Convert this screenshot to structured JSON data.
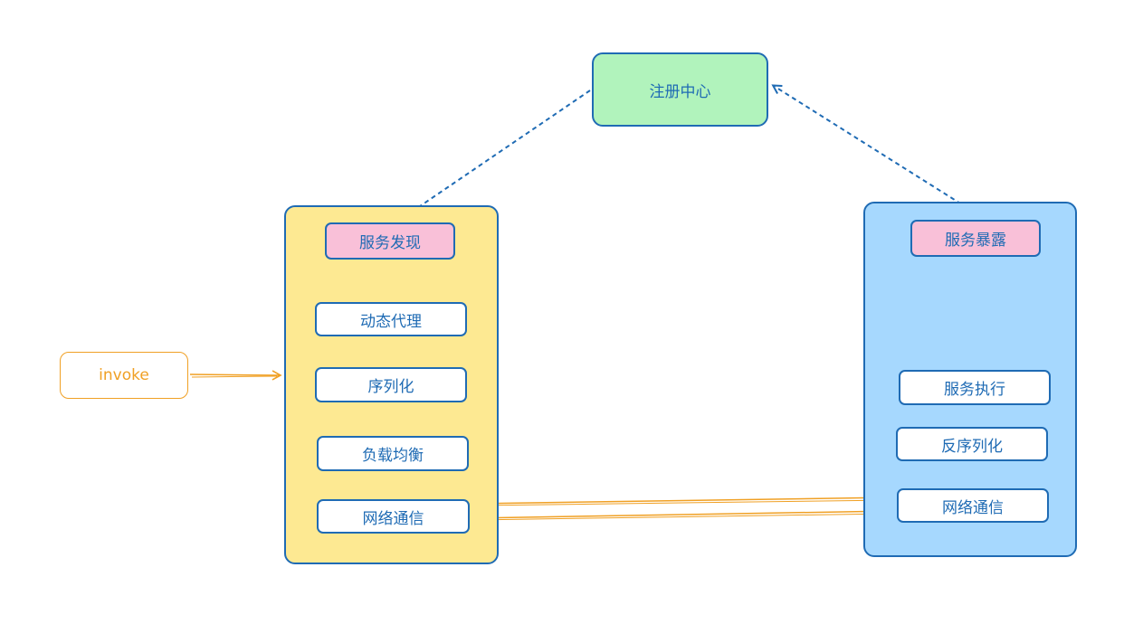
{
  "registry": {
    "label": "注册中心"
  },
  "consumer": {
    "discovery": "服务发现",
    "items": [
      "动态代理",
      "序列化",
      "负载均衡",
      "网络通信"
    ]
  },
  "provider": {
    "exposure": "服务暴露",
    "items": [
      "服务执行",
      "反序列化",
      "网络通信"
    ]
  },
  "caller": {
    "label": "invoke"
  },
  "colors": {
    "border": "#1f6bb4",
    "registry_fill": "#b1f3bc",
    "consumer_fill": "#fde992",
    "provider_fill": "#a6d8fe",
    "tag_fill": "#f9c0d8",
    "arrow_orange": "#f0a024",
    "arrow_blue": "#1f6bb4"
  }
}
